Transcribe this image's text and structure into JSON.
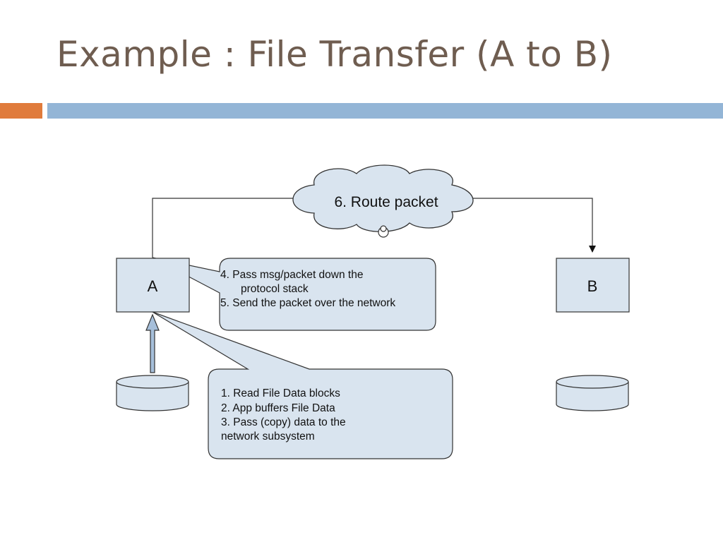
{
  "slide": {
    "title": "Example : File Transfer (A to B)"
  },
  "diagram": {
    "cloud_label": "6. Route packet",
    "node_a_label": "A",
    "node_b_label": "B",
    "callout_network": {
      "line1": "4. Pass msg/packet down the",
      "line2": "protocol stack",
      "line3": "5. Send the packet over the network"
    },
    "callout_app": {
      "item1": "1.   Read File Data blocks",
      "item2": "2.   App buffers File Data",
      "item3": "3.   Pass (copy) data to the",
      "item4": "network subsystem"
    }
  },
  "colors": {
    "title": "#6f5d50",
    "accent_orange": "#e07b3c",
    "accent_blue": "#93b5d6",
    "shape_fill": "#d9e4ef",
    "stroke": "#333333"
  }
}
